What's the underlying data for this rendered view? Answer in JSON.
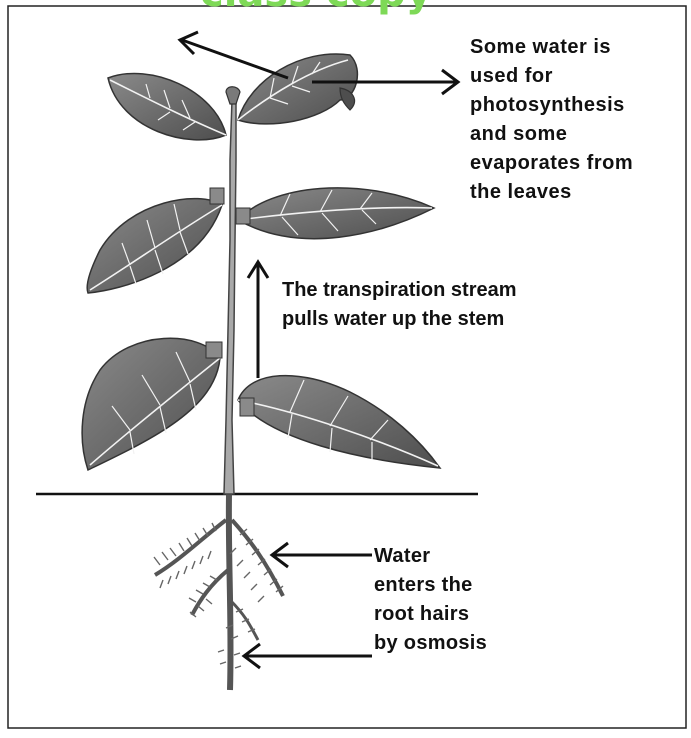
{
  "header_fragment": "class copy",
  "labels": {
    "water_use": "Some water is\nused for\nphotosynthesis\nand some\nevaporates from\nthe leaves",
    "transpiration": "The transpiration stream\npulls water up the stem",
    "roots": "Water\nenters the\nroot hairs\nby osmosis"
  },
  "colors": {
    "header_green": "#7ed957",
    "ink": "#111111",
    "leaf_fill": "#6f6f6f",
    "leaf_vein": "#f2f2f2",
    "stem": "#9a9a9a"
  }
}
